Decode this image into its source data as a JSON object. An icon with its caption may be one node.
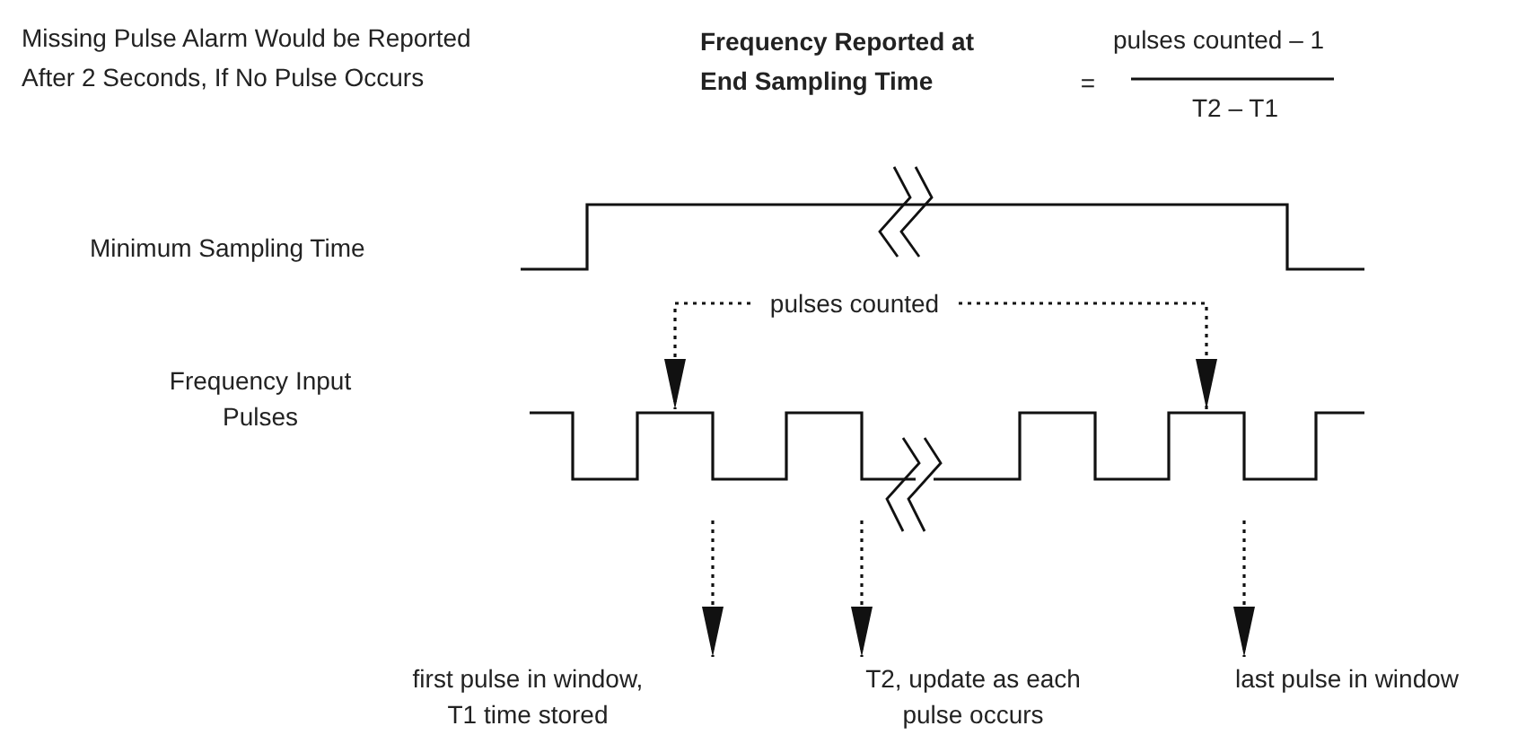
{
  "diagram": {
    "nodes": [
      {
        "text": [
          "pulses counted"
        ]
      },
      {
        "text": [
          "first pulse in window, T1 time stored"
        ]
      },
      {
        "text": [
          "T2, update as each pulse occurs"
        ]
      },
      {
        "text": [
          "last pulse in window"
        ]
      }
    ],
    "edges": [
      {
        "from": 0,
        "to": null,
        "arrow": "to",
        "style": "dashed"
      },
      {
        "from": 0,
        "to": null,
        "arrow": "to",
        "style": "dashed"
      },
      {
        "from": null,
        "to": 1,
        "arrow": "to",
        "style": "dashed"
      },
      {
        "from": null,
        "to": 2,
        "arrow": "to",
        "style": "dashed"
      },
      {
        "from": null,
        "to": 3,
        "arrow": "to",
        "style": "dashed"
      }
    ],
    "labels": [
      "Missing Pulse Alarm Would be Reported After 2 Seconds, If No Pulse Occurs",
      "Frequency Reported at End Sampling Time",
      "=",
      "pulses counted – 1",
      "T2 – T1",
      "Minimum Sampling Time",
      "Frequency Input Pulses"
    ]
  }
}
